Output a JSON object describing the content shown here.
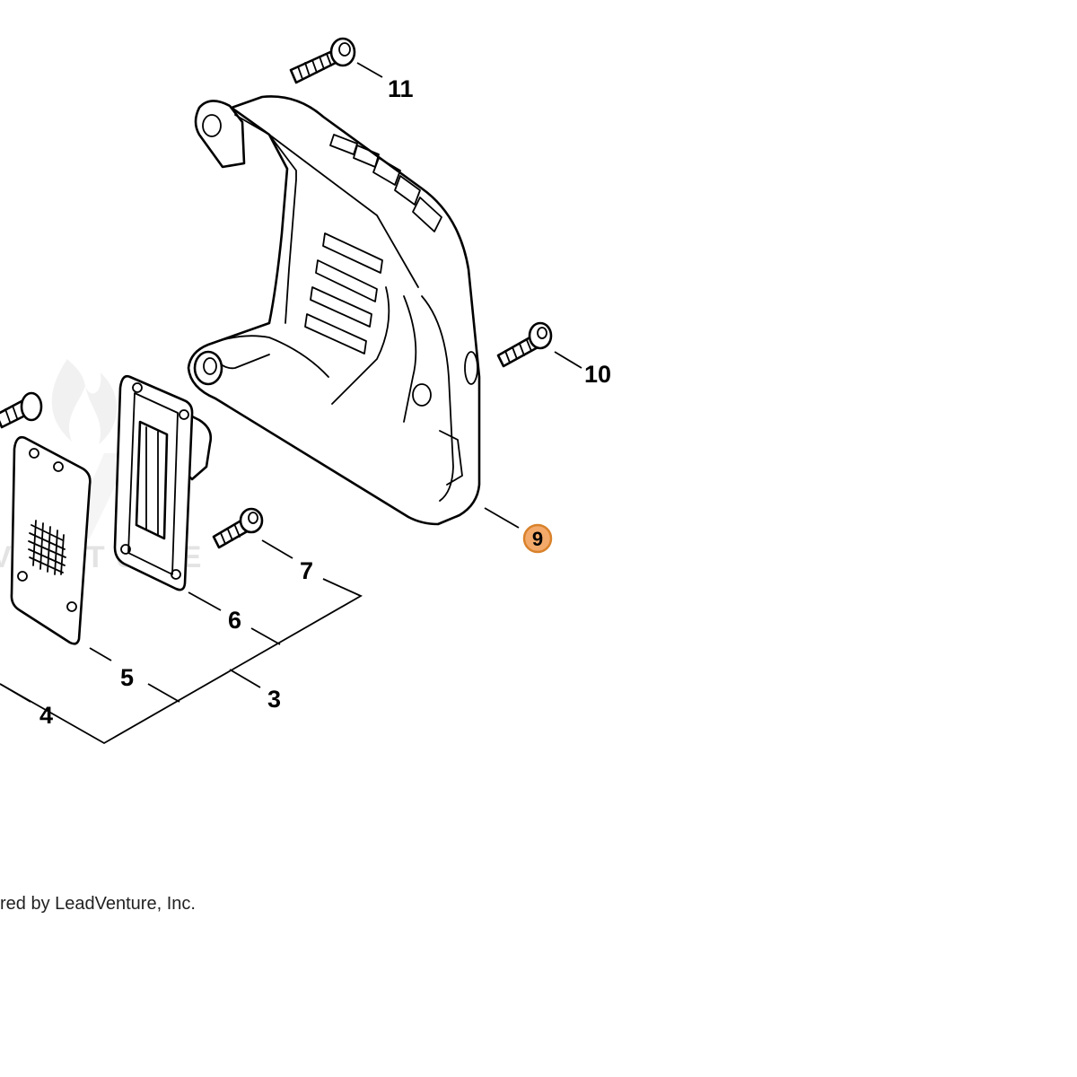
{
  "watermark": {
    "text": "VENTURE",
    "logo": "leadventure-flame-v-logo"
  },
  "callouts": [
    {
      "id": "11",
      "label": "11"
    },
    {
      "id": "10",
      "label": "10"
    },
    {
      "id": "9",
      "label": "9",
      "highlighted": true
    },
    {
      "id": "7",
      "label": "7"
    },
    {
      "id": "6",
      "label": "6"
    },
    {
      "id": "5",
      "label": "5"
    },
    {
      "id": "4",
      "label": "4"
    },
    {
      "id": "3",
      "label": "3"
    }
  ],
  "colors": {
    "highlight_fill": "#f2a96a",
    "highlight_stroke": "#d9822b",
    "line": "#000000"
  },
  "footer": {
    "text": "red by LeadVenture, Inc."
  }
}
